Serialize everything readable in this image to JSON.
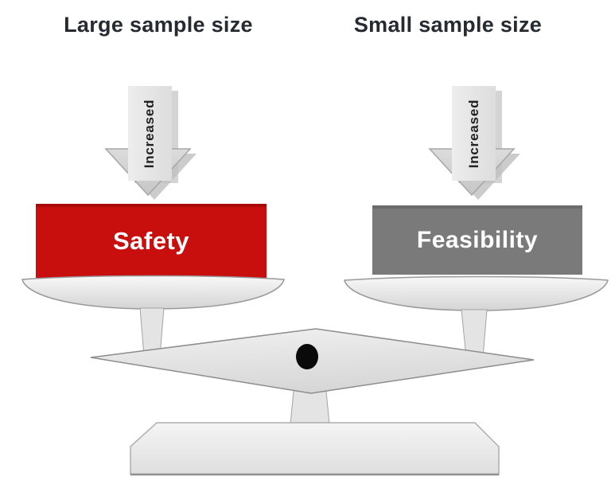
{
  "titles": {
    "left": "Large sample size",
    "right": "Small sample size"
  },
  "arrows": {
    "left": {
      "label": "Increased"
    },
    "right": {
      "label": "Increased"
    }
  },
  "pans": {
    "left": {
      "label": "Safety",
      "color": "#c90e0e",
      "top_edge_color": "#a30909"
    },
    "right": {
      "label": "Feasibility",
      "color": "#7a7a7a",
      "top_edge_color": "#696969"
    }
  },
  "palette": {
    "title_text": "#262a31",
    "block_label_text": "#ffffff",
    "arrow_fill": "#e6e6e6",
    "metal_outline": "#999999",
    "pivot_dot": "#0a0a0a"
  }
}
